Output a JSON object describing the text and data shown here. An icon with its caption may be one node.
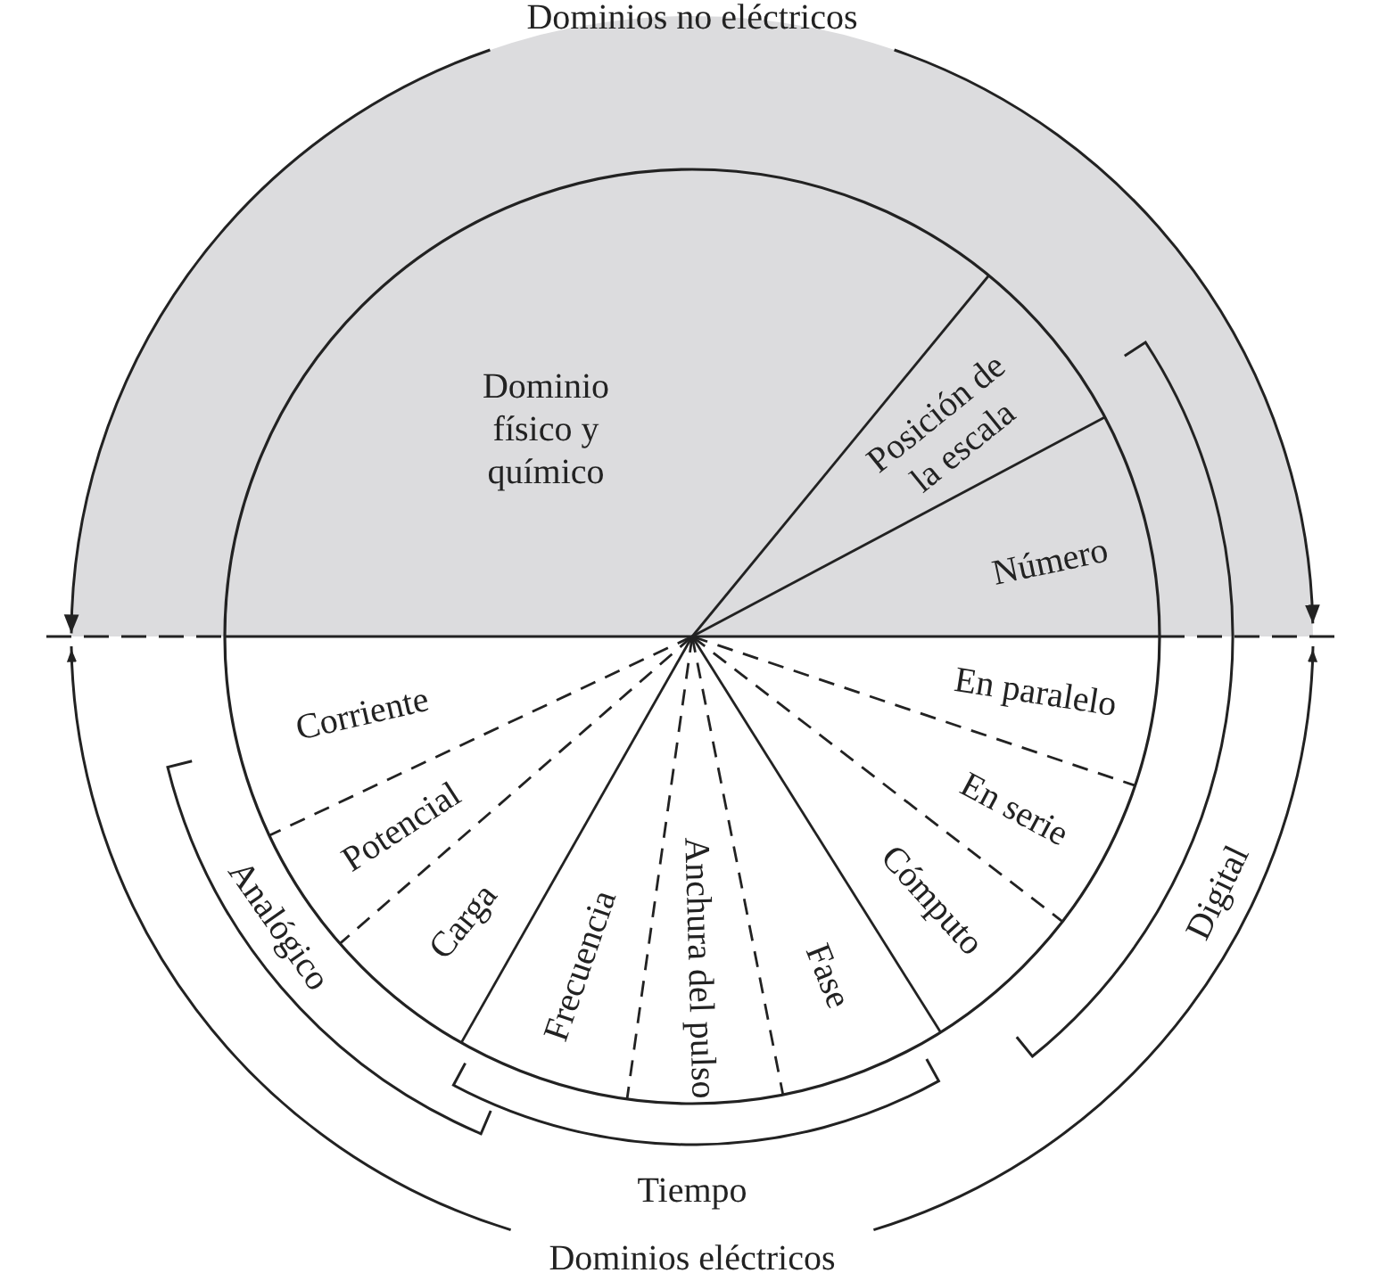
{
  "diagram": {
    "nodes": [
      {
        "text": [
          "Dominio físico y químico"
        ]
      },
      {
        "text": [
          "Posición de la escala"
        ]
      },
      {
        "text": [
          "Número"
        ]
      },
      {
        "text": [
          "Corriente"
        ]
      },
      {
        "text": [
          "Potencial"
        ]
      },
      {
        "text": [
          "Carga"
        ]
      },
      {
        "text": [
          "Frecuencia"
        ]
      },
      {
        "text": [
          "Anchura del pulso"
        ]
      },
      {
        "text": [
          "Fase"
        ]
      },
      {
        "text": [
          "Cómputo"
        ]
      },
      {
        "text": [
          "En serie"
        ]
      },
      {
        "text": [
          "En paralelo"
        ]
      }
    ],
    "labels": [
      "Dominios no eléctricos",
      "Digital",
      "Analógico",
      "Tiempo",
      "Dominios eléctricos"
    ]
  }
}
